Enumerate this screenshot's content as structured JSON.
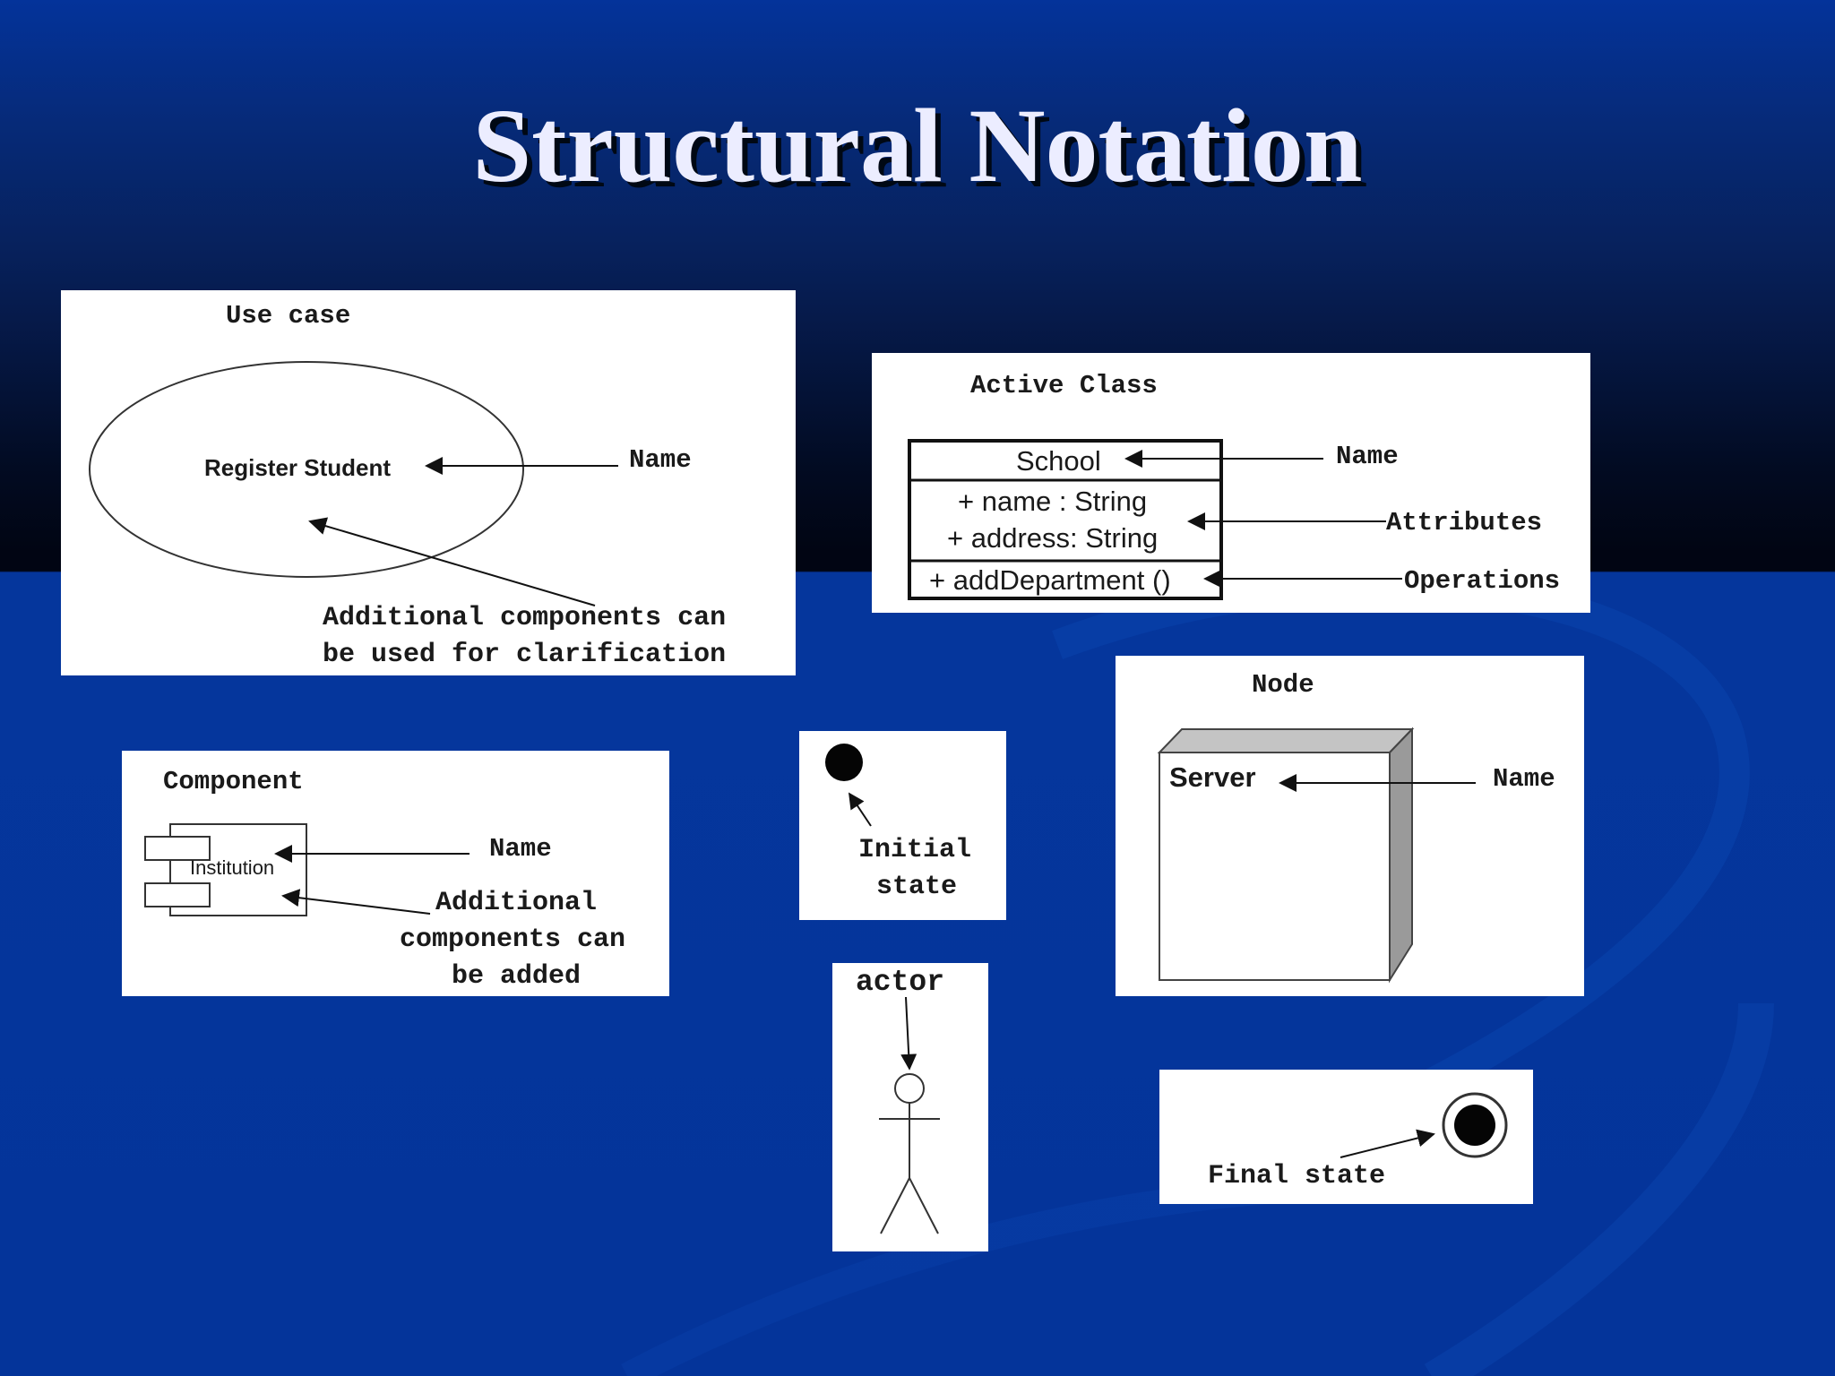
{
  "slide": {
    "title": "Structural Notation"
  },
  "use_case": {
    "heading": "Use case",
    "ellipse_text": "Register Student",
    "name_label": "Name",
    "note_line1": "Additional components can",
    "note_line2": "be used for clarification"
  },
  "active_class": {
    "heading": "Active Class",
    "class_name": "School",
    "attribute1": "+ name : String",
    "attribute2": "+ address: String",
    "operation1": "+ addDepartment ()",
    "name_label": "Name",
    "attributes_label": "Attributes",
    "operations_label": "Operations"
  },
  "component": {
    "heading": "Component",
    "box_text": "Institution",
    "name_label": "Name",
    "note_line1": "Additional",
    "note_line2": "components can",
    "note_line3": "be added"
  },
  "initial_state": {
    "label_line1": "Initial",
    "label_line2": "state"
  },
  "actor": {
    "label": "actor"
  },
  "node": {
    "heading": "Node",
    "box_text": "Server",
    "name_label": "Name"
  },
  "final_state": {
    "label": "Final state"
  }
}
